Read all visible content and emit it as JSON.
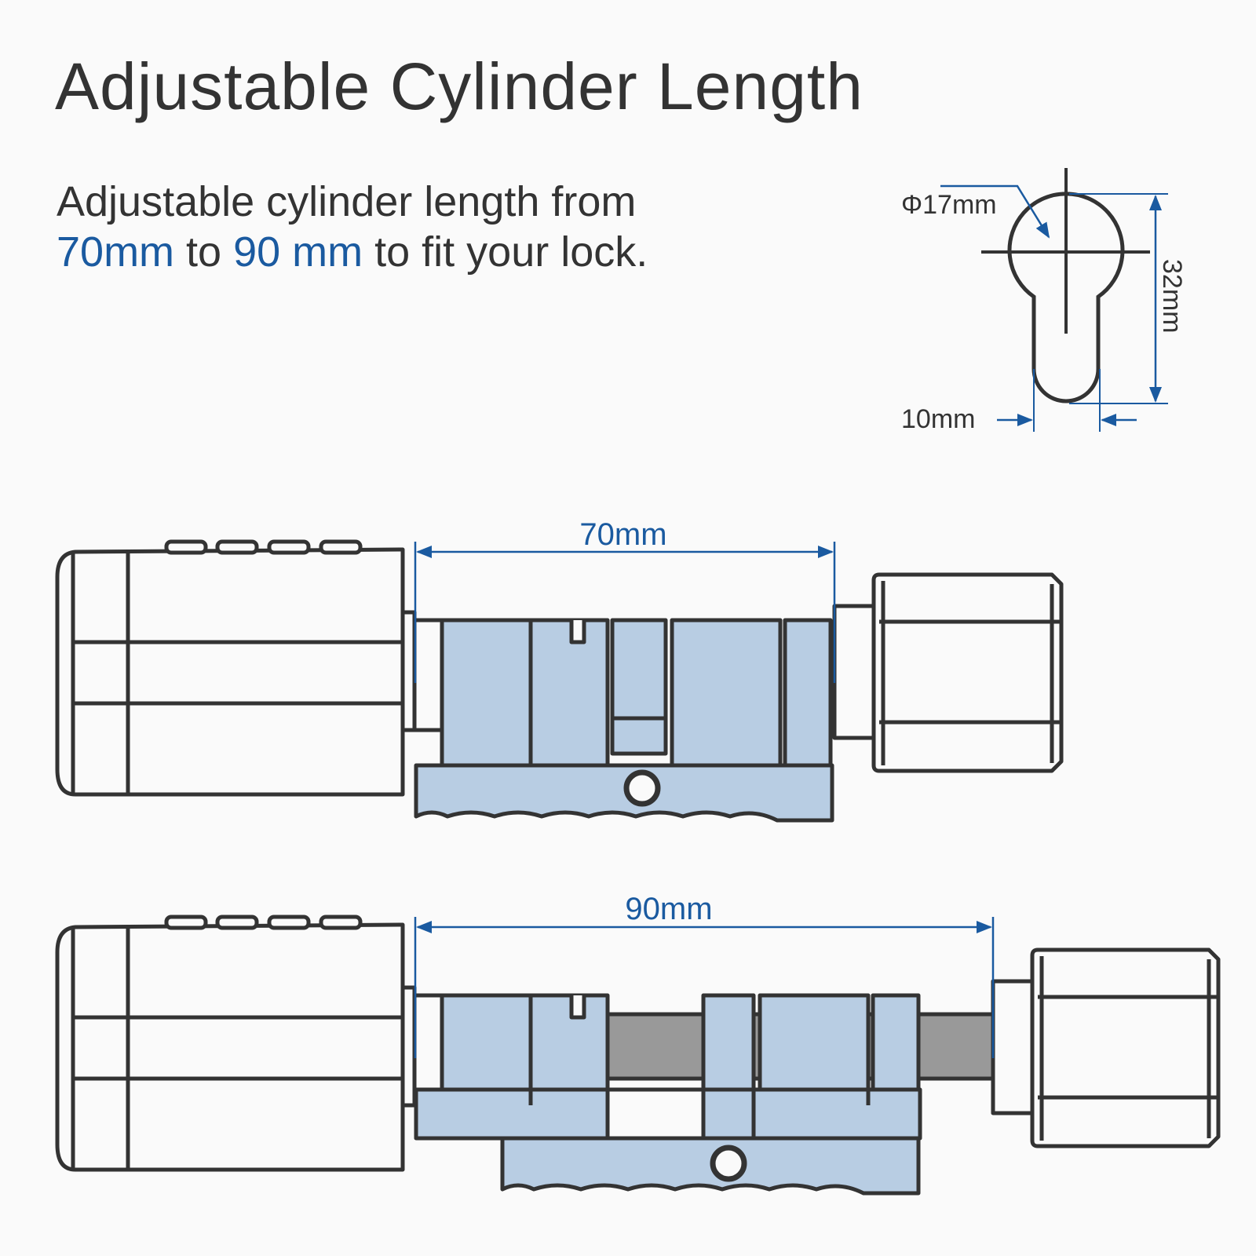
{
  "title": "Adjustable Cylinder Length",
  "subtitle": {
    "line1": "Adjustable cylinder length from",
    "min": "70mm",
    "to1": " to ",
    "max": "90 mm",
    "rest": " to fit your lock."
  },
  "profile": {
    "diameter_label": "Φ17mm",
    "height_label": "32mm",
    "width_label": "10mm"
  },
  "cylinder_short": {
    "length_label": "70mm"
  },
  "cylinder_long": {
    "length_label": "90mm"
  },
  "colors": {
    "accent": "#1a5aa0",
    "outline": "#333333",
    "body_fill": "#b8cde3",
    "shaft_fill": "#999999",
    "background": "#fafafa"
  }
}
